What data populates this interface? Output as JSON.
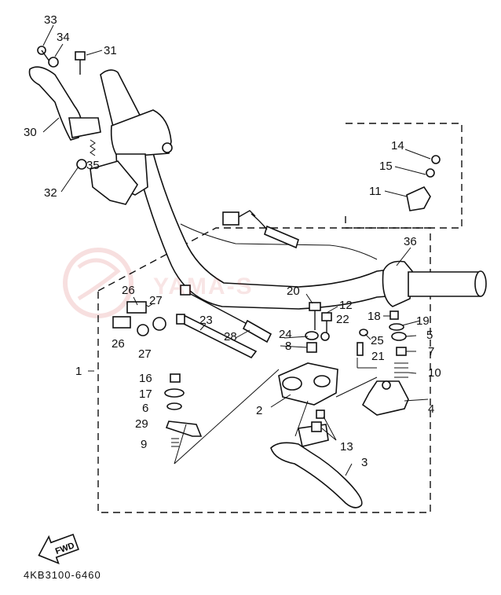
{
  "diagram": {
    "callouts": [
      "33",
      "34",
      "31",
      "30",
      "35",
      "32",
      "14",
      "15",
      "11",
      "36",
      "26",
      "27",
      "20",
      "12",
      "22",
      "18",
      "19",
      "26",
      "27",
      "23",
      "28",
      "24",
      "8",
      "25",
      "5",
      "21",
      "7",
      "10",
      "1",
      "16",
      "17",
      "6",
      "2",
      "4",
      "29",
      "9",
      "13",
      "3"
    ],
    "fwd_label": "FWD",
    "drawing_code": "4KB3100-6460",
    "watermark": "YAMA-S"
  },
  "colors": {
    "ink": "#111111",
    "watermark": "#c82828"
  }
}
